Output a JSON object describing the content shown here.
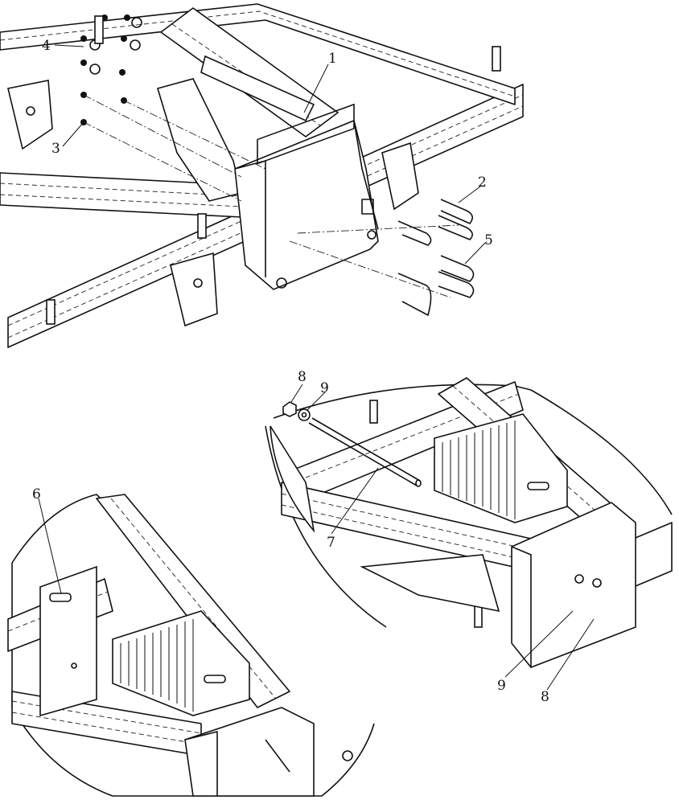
{
  "figure": {
    "callouts": {
      "c1": "1",
      "c2": "2",
      "c3": "3",
      "c4": "4",
      "c5": "5",
      "c6": "6",
      "c7": "7",
      "c8a": "8",
      "c9a": "9",
      "c8b": "8",
      "c9b": "9"
    }
  }
}
